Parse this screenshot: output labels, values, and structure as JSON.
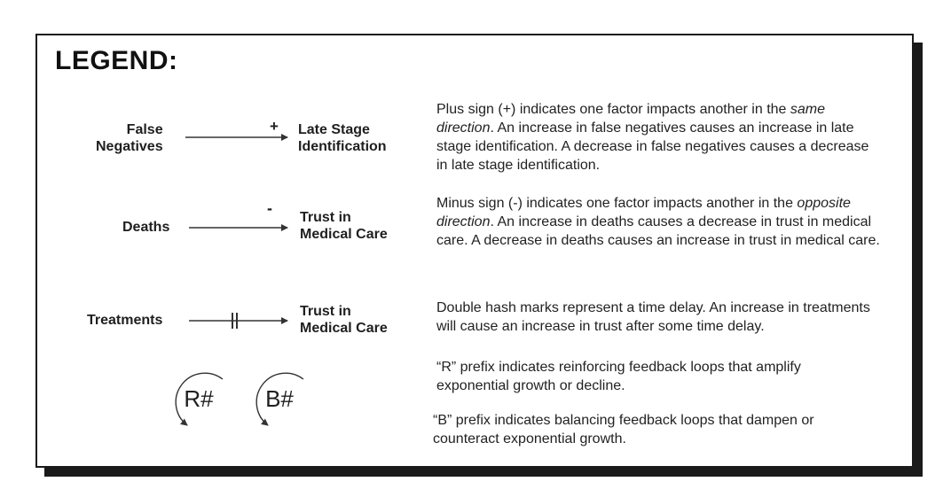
{
  "legend_title": "LEGEND:",
  "rows": [
    {
      "from": [
        "False",
        "Negatives"
      ],
      "to": [
        "Late Stage",
        "Identification"
      ],
      "marker": "+",
      "description_parts": [
        {
          "text": "Plus sign (+) indicates one factor impacts another in the "
        },
        {
          "text": "same direction",
          "italic": true
        },
        {
          "text": ".  An increase in false negatives causes an increase in late stage identification.  A decrease in false negatives causes a decrease in late stage identification."
        }
      ]
    },
    {
      "from": [
        "Deaths"
      ],
      "to": [
        "Trust in",
        "Medical Care"
      ],
      "marker": "-",
      "description_parts": [
        {
          "text": "Minus sign (-) indicates one factor impacts another in the "
        },
        {
          "text": "opposite direction",
          "italic": true
        },
        {
          "text": ".  An increase in deaths causes a decrease in trust in medical care.  A decrease in deaths causes an increase in trust in medical care."
        }
      ]
    },
    {
      "from": [
        "Treatments"
      ],
      "to": [
        "Trust in",
        "Medical Care"
      ],
      "marker": "||",
      "description_parts": [
        {
          "text": "Double hash marks represent a time delay.  An increase in treatments will cause an increase in trust after some time delay."
        }
      ]
    }
  ],
  "loops": {
    "reinforcing_label": "R#",
    "balancing_label": "B#",
    "reinforcing_description": "“R” prefix indicates reinforcing feedback loops that amplify exponential growth or decline.",
    "balancing_description": "“B” prefix indicates balancing feedback loops that dampen or counteract exponential growth."
  },
  "colors": {
    "ink": "#1f1f1f",
    "arrow": "#333333",
    "shadow": "#1a1a1a"
  }
}
